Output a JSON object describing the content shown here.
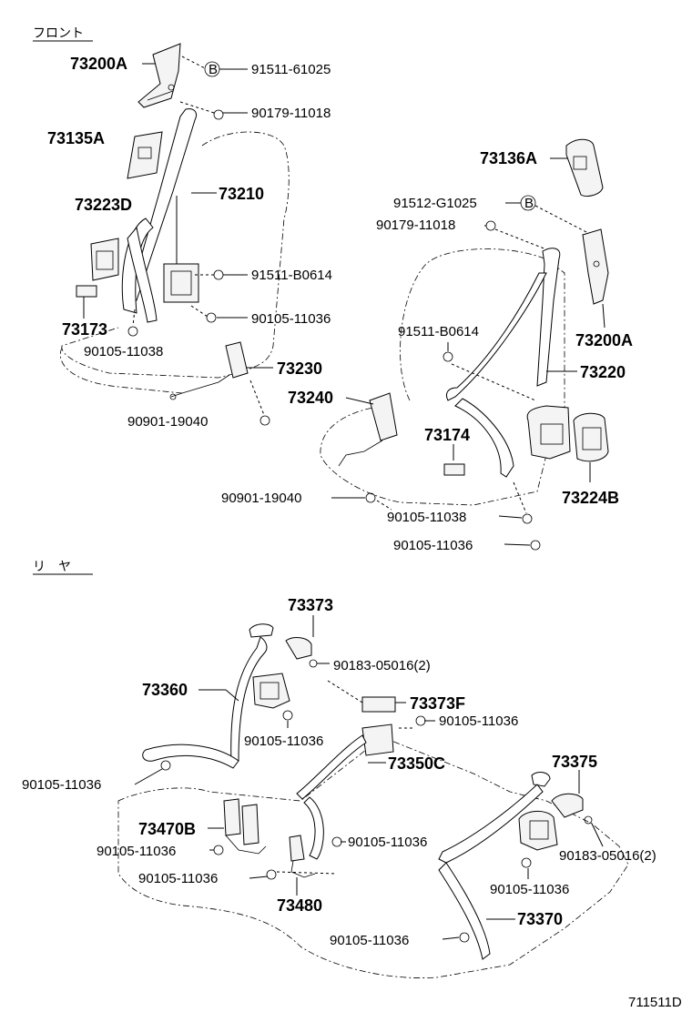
{
  "sections": {
    "front": "フロント",
    "rear": "リ　ヤ"
  },
  "parts": {
    "p73200A_top": "73200A",
    "p73135A": "73135A",
    "p73223D": "73223D",
    "p73210": "73210",
    "p73173": "73173",
    "p73230": "73230",
    "p73136A": "73136A",
    "p73200A_right": "73200A",
    "p73220": "73220",
    "p73240": "73240",
    "p73174": "73174",
    "p73224B": "73224B",
    "p73373": "73373",
    "p73360": "73360",
    "p73373F": "73373F",
    "p73350C": "73350C",
    "p73375": "73375",
    "p73470B": "73470B",
    "p73480": "73480",
    "p73370": "73370"
  },
  "numbers": {
    "n91511_61025": "91511-61025",
    "n90179_11018_a": "90179-11018",
    "n91511_B0614_a": "91511-B0614",
    "n90105_11036_a": "90105-11036",
    "n90105_11038_a": "90105-11038",
    "n90901_19040_a": "90901-19040",
    "n91512_G1025": "91512-G1025",
    "n90179_11018_b": "90179-11018",
    "n91511_B0614_b": "91511-B0614",
    "n90901_19040_b": "90901-19040",
    "n90105_11038_b": "90105-11038",
    "n90105_11036_b": "90105-11036",
    "n90183_05016_a": "90183-05016(2)",
    "n90105_11036_c": "90105-11036",
    "n90105_11036_d": "90105-11036",
    "n90105_11036_e": "90105-11036",
    "n90183_05016_b": "90183-05016(2)",
    "n90105_11036_f": "90105-11036",
    "n90105_11036_g": "90105-11036",
    "n90105_11036_h": "90105-11036",
    "n90105_11036_i": "90105-11036",
    "n90105_11036_j": "90105-11036"
  },
  "markers": {
    "b1": "B",
    "b2": "B"
  },
  "footer": {
    "code": "711511D"
  }
}
